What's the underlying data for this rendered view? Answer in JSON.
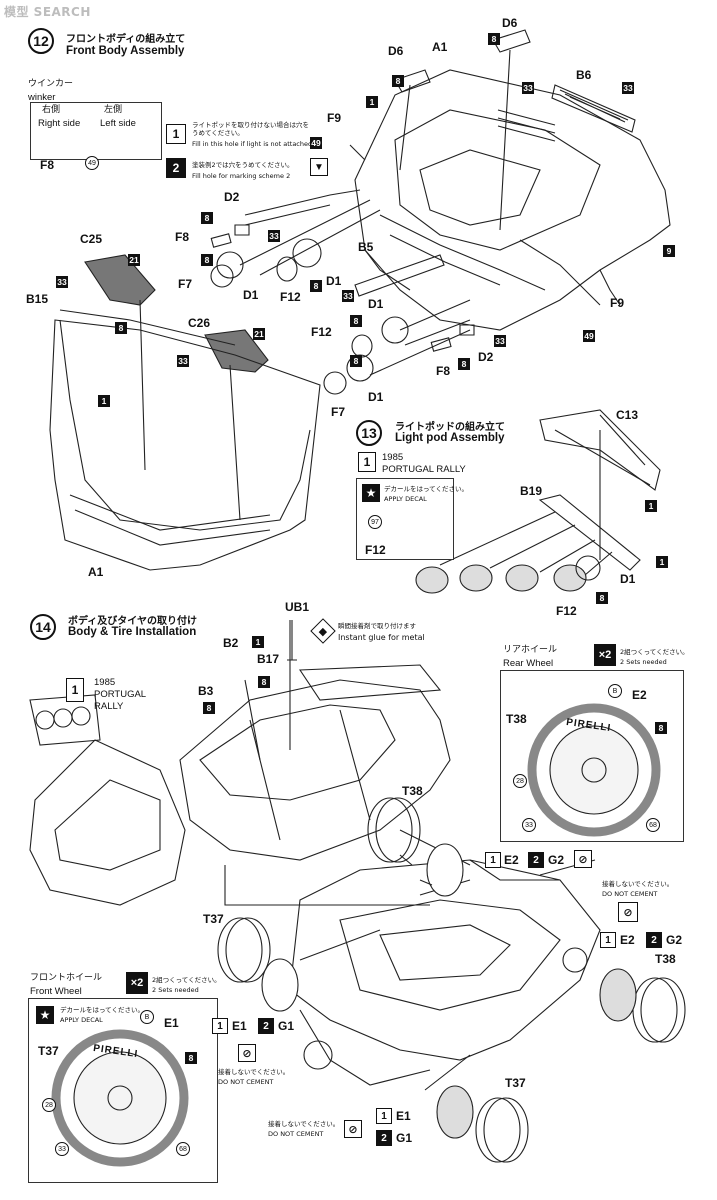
{
  "watermark": "模型 SEARCH",
  "step12": {
    "number": "12",
    "title_jp": "フロントボディの組み立て",
    "title_en": "Front Body Assembly",
    "winker_jp": "ウインカー",
    "winker_en": "winker",
    "right_jp": "右側",
    "right_en": "Right side",
    "left_jp": "左側",
    "left_en": "Left side",
    "note1_jp": "ライトポッドを取り付けない場合は穴をうめてください。",
    "note1_en": "Fill in this hole if light is not attached",
    "note2_jp": "塗装例2では穴をうめてください。",
    "note2_en": "Fill hole for marking scheme 2",
    "parts": {
      "a1": "A1",
      "a1b": "A1",
      "b5": "B5",
      "b6": "B6",
      "b15": "B15",
      "c25": "C25",
      "c26": "C26",
      "d2a": "D2",
      "d2b": "D2",
      "d6a": "D6",
      "d6b": "D6",
      "d1a": "D1",
      "d1b": "D1",
      "d1c": "D1",
      "d1d": "D1",
      "f7a": "F7",
      "f7b": "F7",
      "f8a": "F8",
      "f8b": "F8",
      "f8c": "F8",
      "f9a": "F9",
      "f9b": "F9",
      "f12a": "F12",
      "f12b": "F12"
    }
  },
  "step13": {
    "number": "13",
    "title_jp": "ライトポッドの組み立て",
    "title_en": "Light pod Assembly",
    "year": "1985",
    "event": "PORTUGAL RALLY",
    "decal_jp": "デカールをはってください。",
    "decal_en": "APPLY DECAL",
    "parts": {
      "c13": "C13",
      "b19": "B19",
      "d1": "D1",
      "f12": "F12",
      "f12b": "F12"
    }
  },
  "step14": {
    "number": "14",
    "title_jp": "ボディ及びタイヤの取り付け",
    "title_en": "Body & Tire Installation",
    "glue_jp": "瞬間接着剤で取り付けます",
    "glue_en": "Instant glue for metal",
    "year": "1985",
    "event_a": "PORTUGAL",
    "event_b": "RALLY",
    "rear_jp": "リアホイール",
    "rear_en": "Rear Wheel",
    "front_jp": "フロントホイール",
    "front_en": "Front Wheel",
    "x2": "×2",
    "sets_jp": "2組つくってください。",
    "sets_en": "2 Sets needed",
    "nocement_jp": "接着しないでください。",
    "nocement_en": "DO NOT CEMENT",
    "decal_jp": "デカールをはってください。",
    "decal_en": "APPLY DECAL",
    "tire_brand": "PIRELLI",
    "parts": {
      "ub1": "UB1",
      "b2": "B2",
      "b17": "B17",
      "b3": "B3",
      "t38a": "T38",
      "t38b": "T38",
      "t38c": "T38",
      "t37a": "T37",
      "t37b": "T37",
      "t37c": "T37",
      "e2a": "E2",
      "e2b": "E2",
      "e2c": "E2",
      "g2a": "G2",
      "g2b": "G2",
      "e1a": "E1",
      "e1b": "E1",
      "e1c": "E1",
      "g1a": "G1",
      "g1b": "G1",
      "b": "B",
      "bb": "B"
    }
  },
  "codes": {
    "c1": "1",
    "c2": "2",
    "c8": "8",
    "c9": "9",
    "c21": "21",
    "c28": "28",
    "c33": "33",
    "c49": "49",
    "c68": "68",
    "c97": "97"
  }
}
